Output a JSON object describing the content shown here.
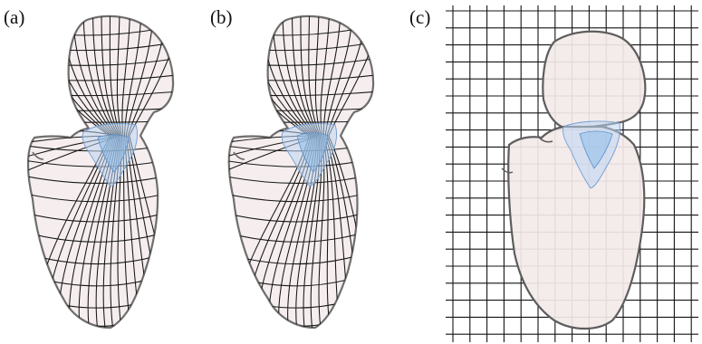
{
  "panels": [
    {
      "id": "a",
      "label": "(a)"
    },
    {
      "id": "b",
      "label": "(b)"
    },
    {
      "id": "c",
      "label": "(c)"
    }
  ],
  "colors": {
    "tissue_fill": "#f6eeee",
    "outline": "#6e6e6e",
    "mesh": "#161616",
    "valve_fill": "#bcd6f2",
    "valve_stroke": "#6f9fd6",
    "background": "#ffffff"
  }
}
